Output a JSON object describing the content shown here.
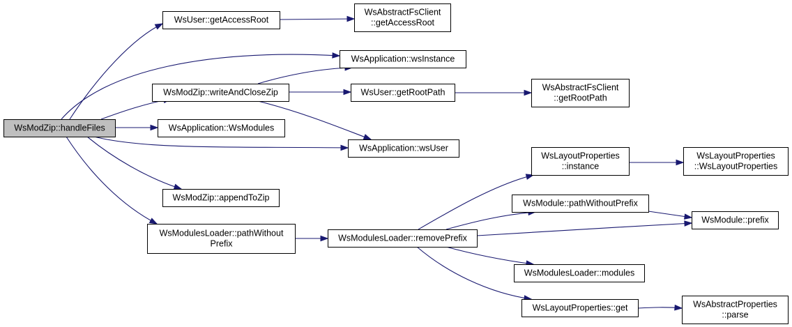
{
  "nodes": [
    {
      "id": "handleFiles",
      "lines": [
        "WsModZip::handleFiles"
      ],
      "root": true
    },
    {
      "id": "getAccessRoot",
      "lines": [
        "WsUser::getAccessRoot"
      ]
    },
    {
      "id": "absGetAccessRoot",
      "lines": [
        "WsAbstractFsClient",
        "::getAccessRoot"
      ]
    },
    {
      "id": "wsInstance",
      "lines": [
        "WsApplication::wsInstance"
      ]
    },
    {
      "id": "writeAndCloseZip",
      "lines": [
        "WsModZip::writeAndCloseZip"
      ]
    },
    {
      "id": "getRootPath",
      "lines": [
        "WsUser::getRootPath"
      ]
    },
    {
      "id": "absGetRootPath",
      "lines": [
        "WsAbstractFsClient",
        "::getRootPath"
      ]
    },
    {
      "id": "wsModules",
      "lines": [
        "WsApplication::WsModules"
      ]
    },
    {
      "id": "wsUser",
      "lines": [
        "WsApplication::wsUser"
      ]
    },
    {
      "id": "lpInstance",
      "lines": [
        "WsLayoutProperties",
        "::instance"
      ]
    },
    {
      "id": "lpCtor",
      "lines": [
        "WsLayoutProperties",
        "::WsLayoutProperties"
      ]
    },
    {
      "id": "appendToZip",
      "lines": [
        "WsModZip::appendToZip"
      ]
    },
    {
      "id": "pathWithoutPrefix",
      "lines": [
        "WsModule::pathWithoutPrefix"
      ]
    },
    {
      "id": "prefix",
      "lines": [
        "WsModule::prefix"
      ]
    },
    {
      "id": "mlPathWithoutPrefix",
      "lines": [
        "WsModulesLoader::pathWithout",
        "Prefix"
      ]
    },
    {
      "id": "removePrefix",
      "lines": [
        "WsModulesLoader::removePrefix"
      ]
    },
    {
      "id": "mlModules",
      "lines": [
        "WsModulesLoader::modules"
      ]
    },
    {
      "id": "lpGet",
      "lines": [
        "WsLayoutProperties::get"
      ]
    },
    {
      "id": "apParse",
      "lines": [
        "WsAbstractProperties",
        "::parse"
      ]
    }
  ],
  "edges": [
    [
      "handleFiles",
      "getAccessRoot"
    ],
    [
      "handleFiles",
      "wsInstance"
    ],
    [
      "handleFiles",
      "writeAndCloseZip"
    ],
    [
      "handleFiles",
      "wsModules"
    ],
    [
      "handleFiles",
      "wsUser"
    ],
    [
      "handleFiles",
      "appendToZip"
    ],
    [
      "handleFiles",
      "mlPathWithoutPrefix"
    ],
    [
      "getAccessRoot",
      "absGetAccessRoot"
    ],
    [
      "writeAndCloseZip",
      "wsInstance"
    ],
    [
      "writeAndCloseZip",
      "getRootPath"
    ],
    [
      "writeAndCloseZip",
      "wsUser"
    ],
    [
      "getRootPath",
      "absGetRootPath"
    ],
    [
      "mlPathWithoutPrefix",
      "removePrefix"
    ],
    [
      "removePrefix",
      "lpInstance"
    ],
    [
      "removePrefix",
      "pathWithoutPrefix"
    ],
    [
      "removePrefix",
      "prefix"
    ],
    [
      "removePrefix",
      "mlModules"
    ],
    [
      "removePrefix",
      "lpGet"
    ],
    [
      "lpInstance",
      "lpCtor"
    ],
    [
      "pathWithoutPrefix",
      "prefix"
    ],
    [
      "lpGet",
      "apParse"
    ]
  ]
}
